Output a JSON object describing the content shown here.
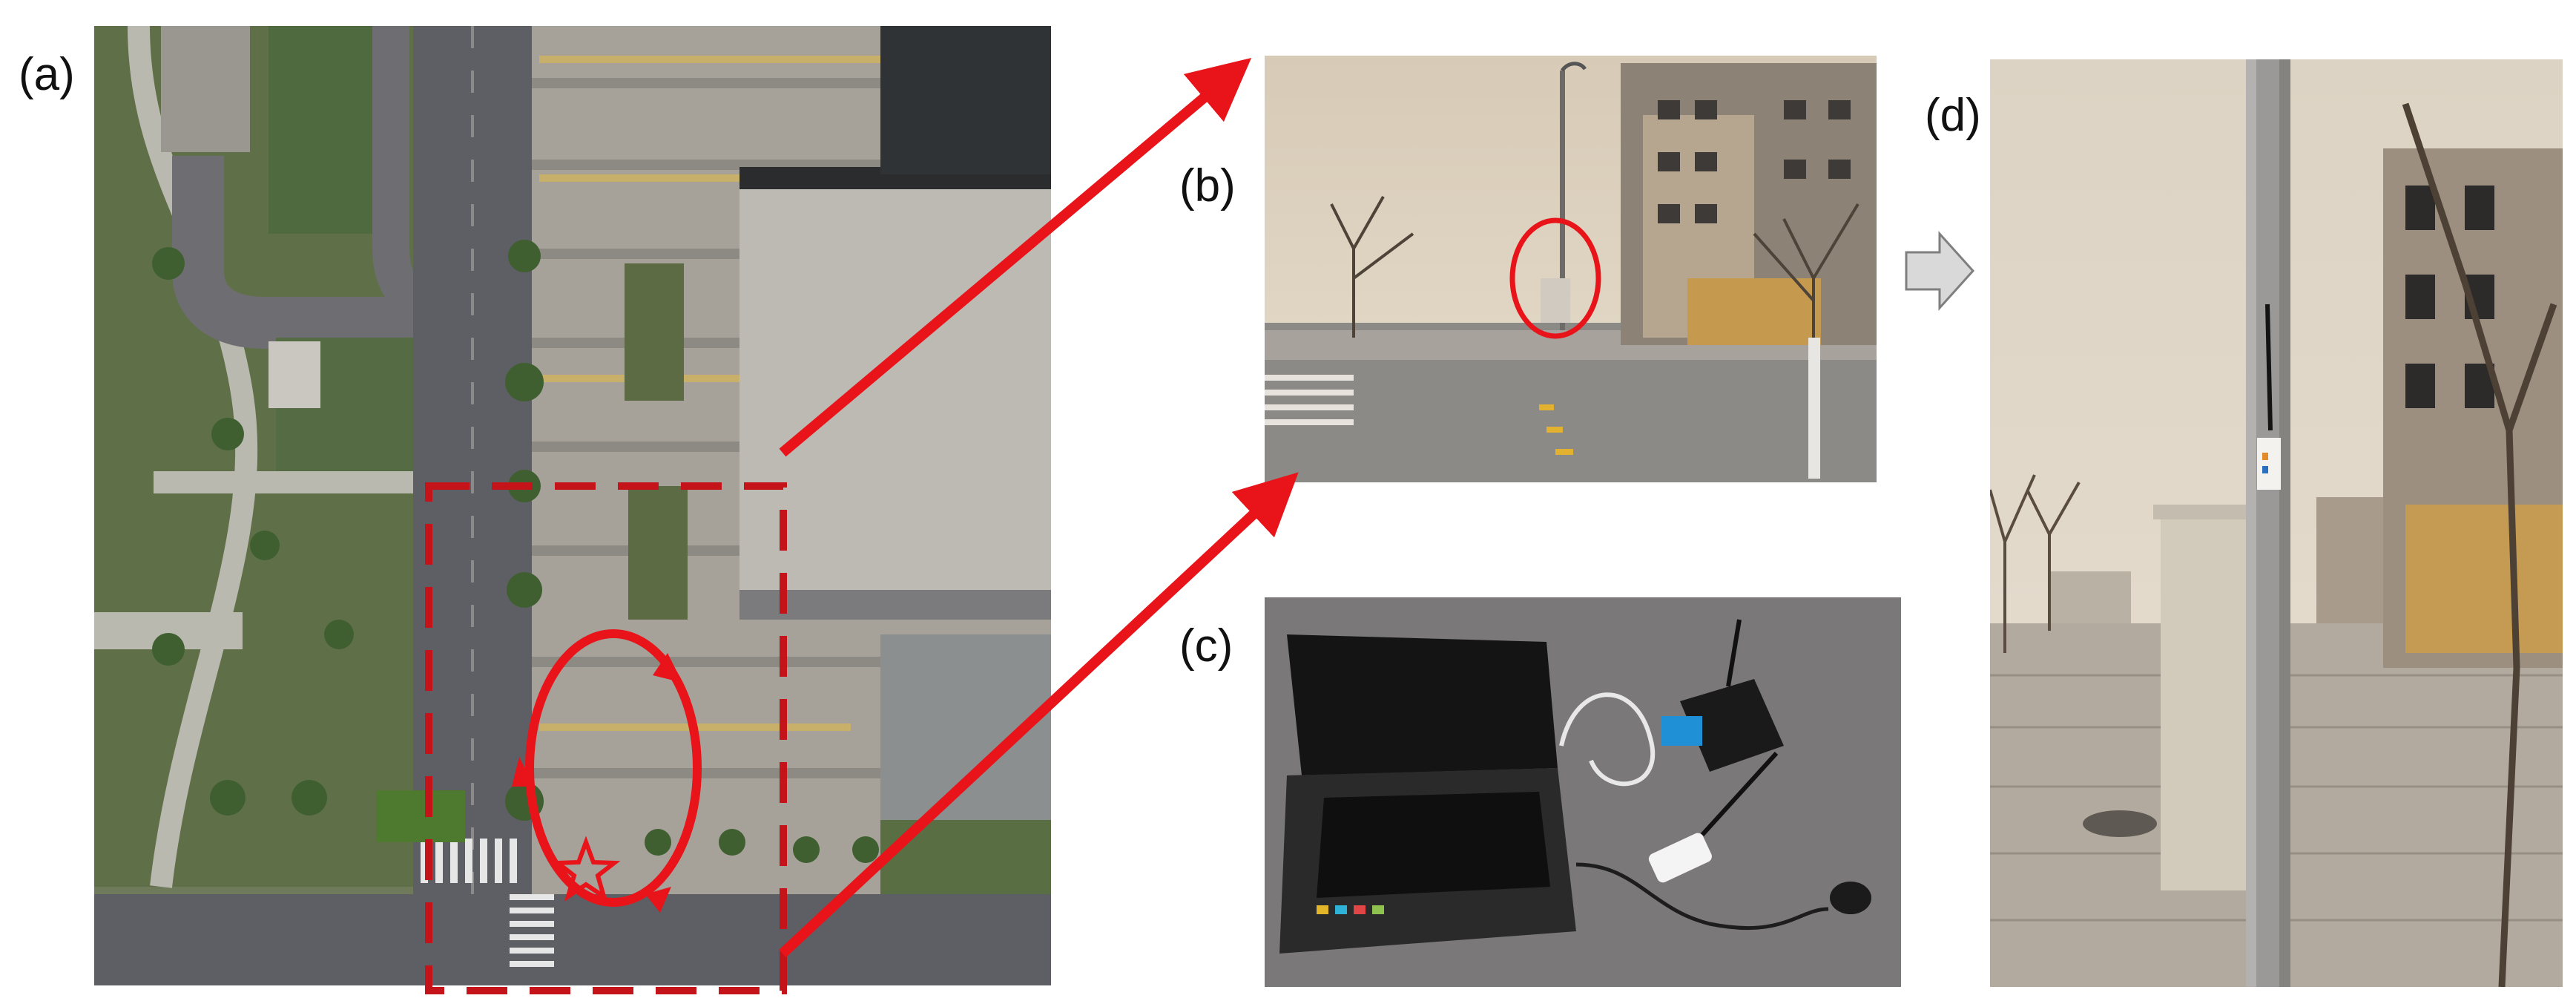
{
  "labels": {
    "a": "(a)",
    "b": "(b)",
    "c": "(c)",
    "d": "(d)"
  },
  "colors": {
    "annotation_red": "#e8141a",
    "dashed_box_red": "#c4141a",
    "arrow_gray": "#d9d9d9"
  },
  "icons": {
    "route_loop": "ellipse-loop-icon",
    "start_point": "star-icon",
    "flow_arrow": "block-arrow-right-icon"
  }
}
